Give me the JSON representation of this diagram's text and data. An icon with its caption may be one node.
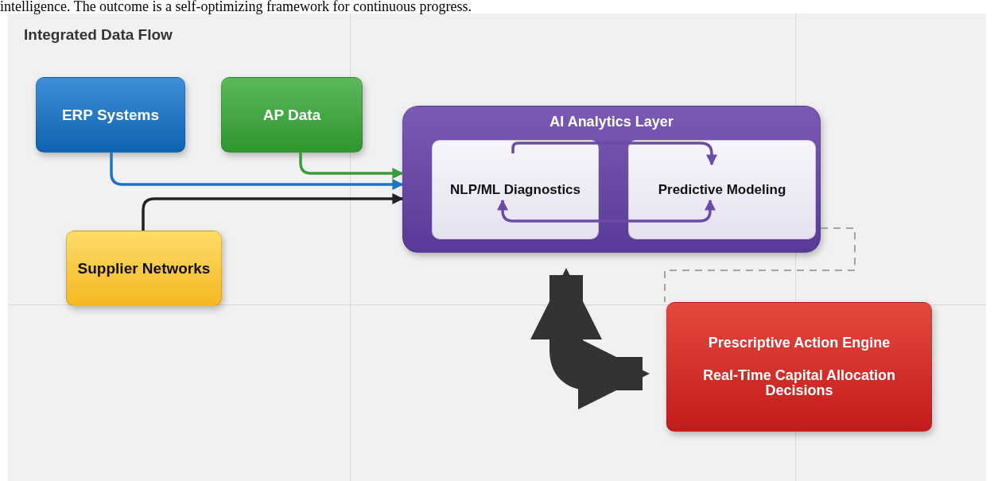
{
  "diagram": {
    "title": "Integrated Data Flow",
    "nodes": [
      {
        "text": [
          "ERP Systems"
        ]
      },
      {
        "text": [
          "AP Data"
        ]
      },
      {
        "text": [
          "Supplier Networks"
        ]
      },
      {
        "text": [
          "AI Analytics Layer"
        ]
      },
      {
        "text": [
          "NLP/ML Diagnostics"
        ],
        "in": 3
      },
      {
        "text": [
          "Predictive Modeling"
        ],
        "in": 3
      },
      {
        "text": [
          "Prescriptive Action Engine",
          "Real-Time Capital Allocation Decisions"
        ]
      }
    ],
    "edges": [
      {
        "from": 0,
        "to": 3,
        "arrow": "to",
        "color": "#1f74c0"
      },
      {
        "from": 1,
        "to": 3,
        "arrow": "to",
        "color": "#3a9c3a"
      },
      {
        "from": 2,
        "to": 3,
        "arrow": "to",
        "color": "#222222"
      },
      {
        "from": 4,
        "to": 5,
        "arrow": "to",
        "color": "#6a4ca8"
      },
      {
        "from": 4,
        "to": 5,
        "arrow": "both",
        "color": "#6a4ca8"
      },
      {
        "from": 3,
        "to": 6,
        "arrow": "both",
        "style": "thick",
        "color": "#333333"
      },
      {
        "from": 3,
        "to": 6,
        "arrow": "none",
        "style": "dashed",
        "color": "#8a8a8a"
      }
    ],
    "labels": [
      "intelligence. The outcome is a self-optimizing framework for continuous progress."
    ]
  }
}
